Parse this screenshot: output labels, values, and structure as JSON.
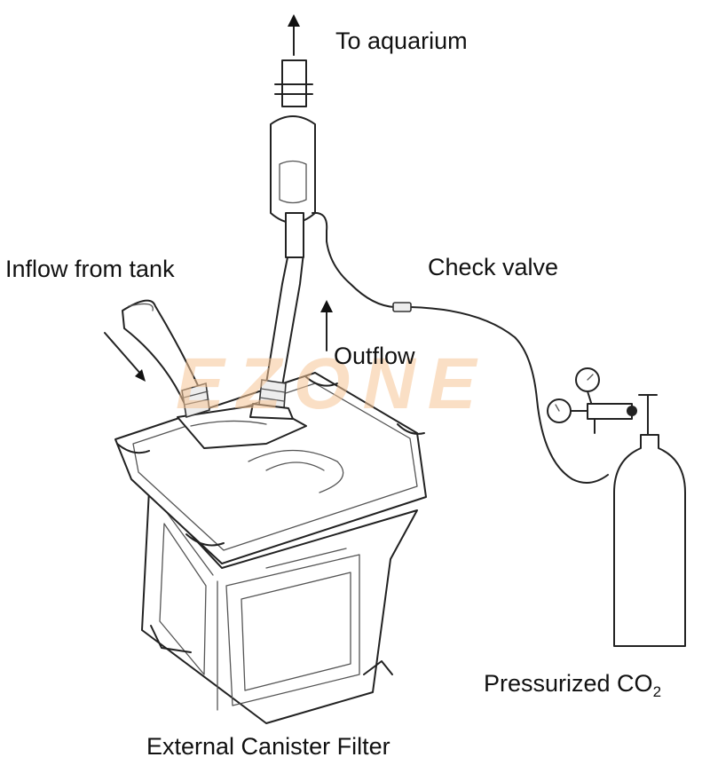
{
  "labels": {
    "to_aquarium": "To aquarium",
    "inflow": "Inflow from tank",
    "check_valve": "Check valve",
    "outflow": "Outflow",
    "co2_prefix": "Pressurized CO",
    "co2_sub": "2",
    "filter": "External Canister Filter"
  },
  "watermark": "EZONE"
}
